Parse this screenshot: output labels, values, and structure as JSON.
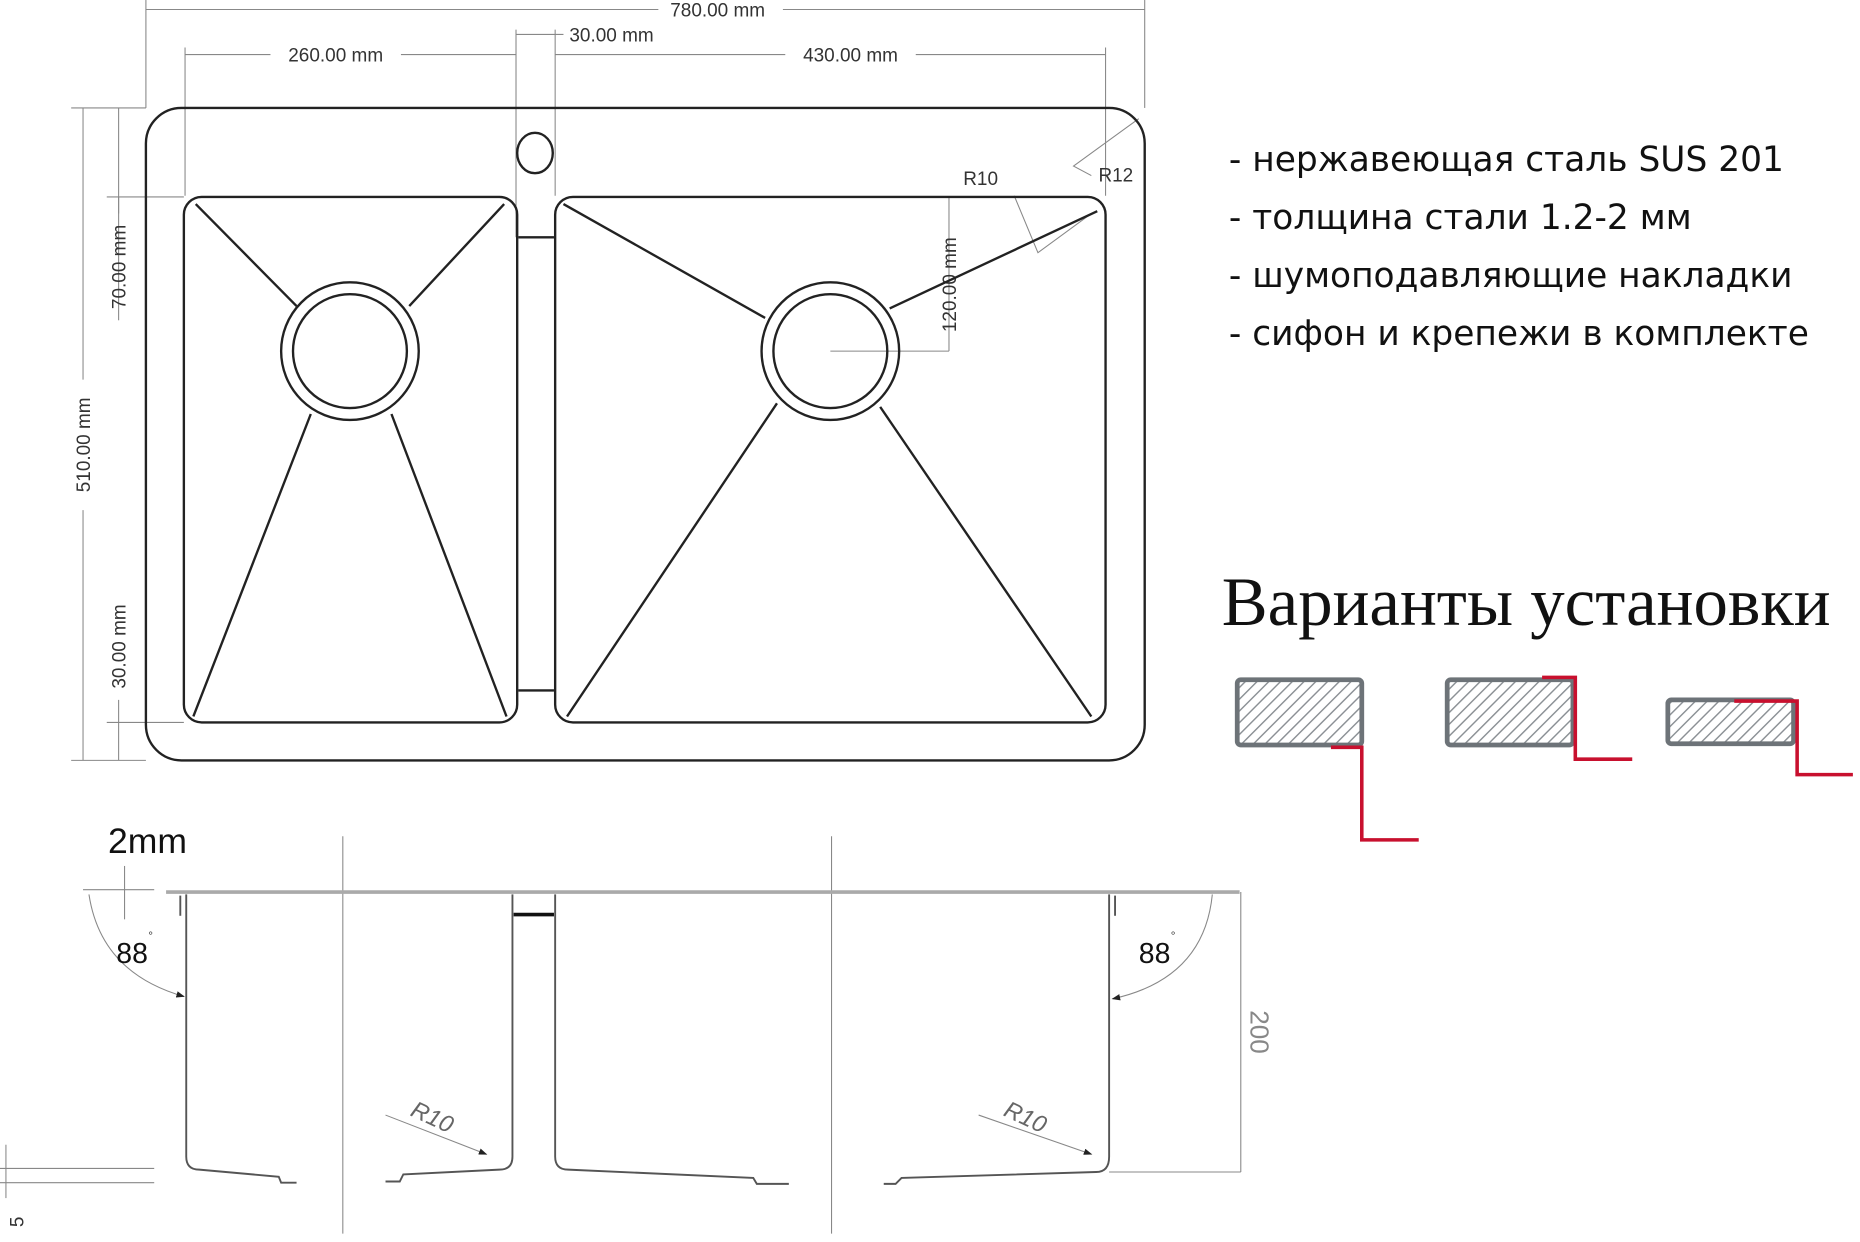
{
  "top_view": {
    "dim_total_width": "780.00 mm",
    "dim_left_bowl": "260.00 mm",
    "dim_divider": "30.00 mm",
    "dim_right_bowl": "430.00 mm",
    "dim_total_depth": "510.00 mm",
    "dim_top_margin": "70.00 mm",
    "dim_bottom_margin": "30.00 mm",
    "dim_drain_offset": "120.00 mm",
    "radius_inner": "R10",
    "radius_outer": "R12"
  },
  "specs": [
    "- нержавеющая сталь SUS 201",
    "- толщина стали 1.2-2 мм",
    "- шумоподавляющие накладки",
    "- сифон и крепежи в комплекте"
  ],
  "installation": {
    "title": "Варианты установки",
    "accent_color": "#c8102e",
    "countertop_color": "#6d7378"
  },
  "side_view": {
    "thickness": "2mm",
    "angle_left": "88",
    "angle_right": "88",
    "degree_mark": "°",
    "depth": "200",
    "radius_left": "R10",
    "radius_right": "R10",
    "foot_height": "5"
  }
}
